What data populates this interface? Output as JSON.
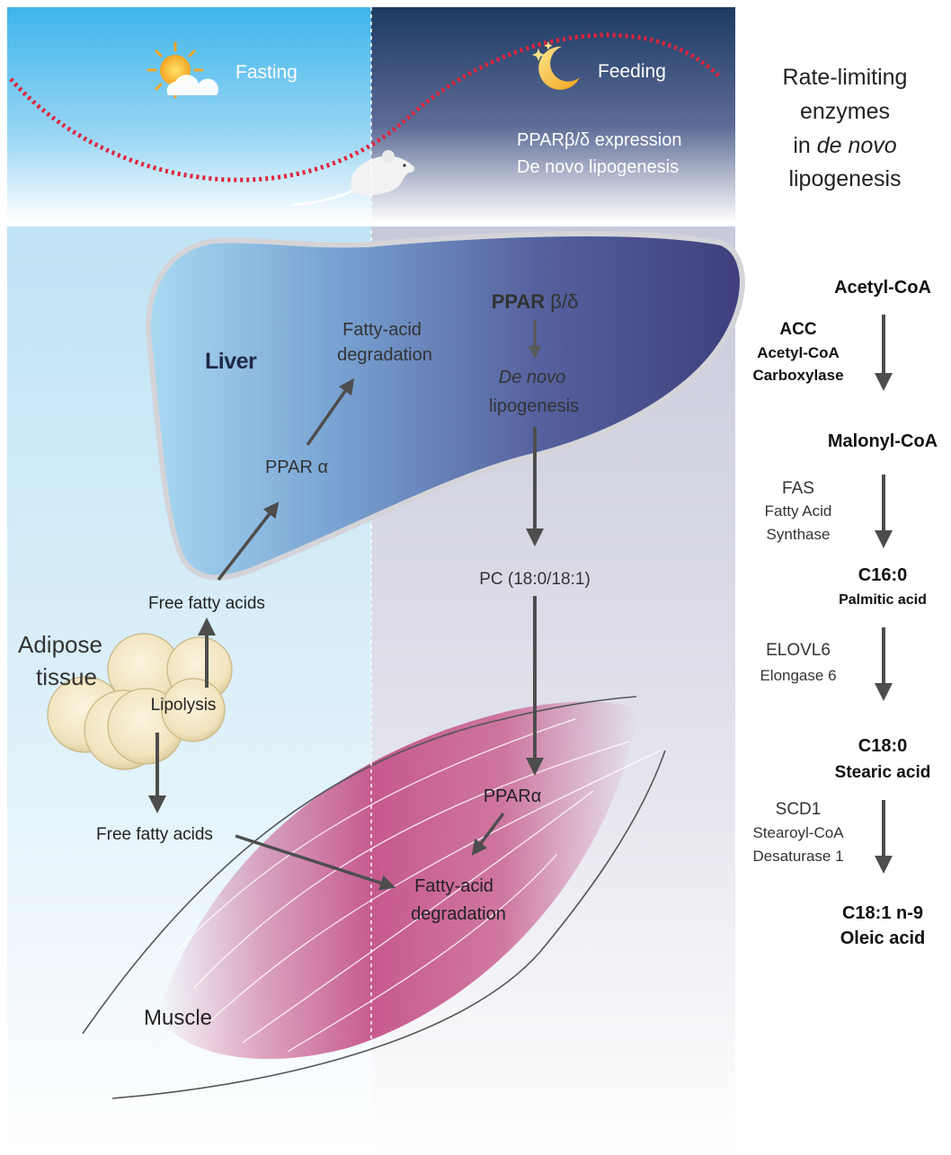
{
  "header": {
    "fasting_label": "Fasting",
    "feeding_label": "Feeding",
    "feeding_line1": "PPARβ/δ expression",
    "feeding_line2": "De novo lipogenesis",
    "sun_icon": "sun-cloud-icon",
    "moon_icon": "moon-stars-icon",
    "mouse_icon": "mouse-icon"
  },
  "sidebar_title": {
    "line1": "Rate-limiting",
    "line2": "enzymes",
    "line3_prefix": "in ",
    "line3_italic": "de novo",
    "line4": "lipogenesis"
  },
  "liver": {
    "label": "Liver",
    "ppar_bd_bold": "PPAR",
    "ppar_bd_rest": " β/δ",
    "dnl_line1": "De novo",
    "dnl_line2": "lipogenesis",
    "fad_line1": "Fatty-acid",
    "fad_line2": "degradation",
    "ppar_alpha": "PPAR α"
  },
  "adipose": {
    "label_line1": "Adipose",
    "label_line2": "tissue",
    "ffa_top": "Free fatty acids",
    "lipolysis": "Lipolysis",
    "ffa_bottom": "Free fatty acids"
  },
  "pc_label": "PC (18:0/18:1)",
  "muscle": {
    "label": "Muscle",
    "ppar_alpha": "PPARα",
    "fad_line1": "Fatty-acid",
    "fad_line2": "degradation"
  },
  "pathway": {
    "acetyl_coa": "Acetyl-CoA",
    "acc_abbr": "ACC",
    "acc_line1": "Acetyl-CoA",
    "acc_line2": "Carboxylase",
    "malonyl_coa": "Malonyl-CoA",
    "fas_abbr": "FAS",
    "fas_line1": "Fatty Acid",
    "fas_line2": "Synthase",
    "c160": "C16:0",
    "c160_name": "Palmitic acid",
    "elovl6_abbr": "ELOVL6",
    "elovl6_line1": "Elongase 6",
    "c180": "C18:0",
    "c180_name": "Stearic acid",
    "scd1_abbr": "SCD1",
    "scd1_line1": "Stearoyl-CoA",
    "scd1_line2": "Desaturase 1",
    "c181": "C18:1 n-9",
    "c181_name": "Oleic acid"
  },
  "colors": {
    "sky_light": "#45b8ea",
    "sky_dark": "#1d3e66",
    "liver_light": "#a8cbe8",
    "liver_dark": "#3e3f7c",
    "muscle": "#c85a8c",
    "arrow": "#4d4d4d",
    "circadian": "#e0243c"
  }
}
